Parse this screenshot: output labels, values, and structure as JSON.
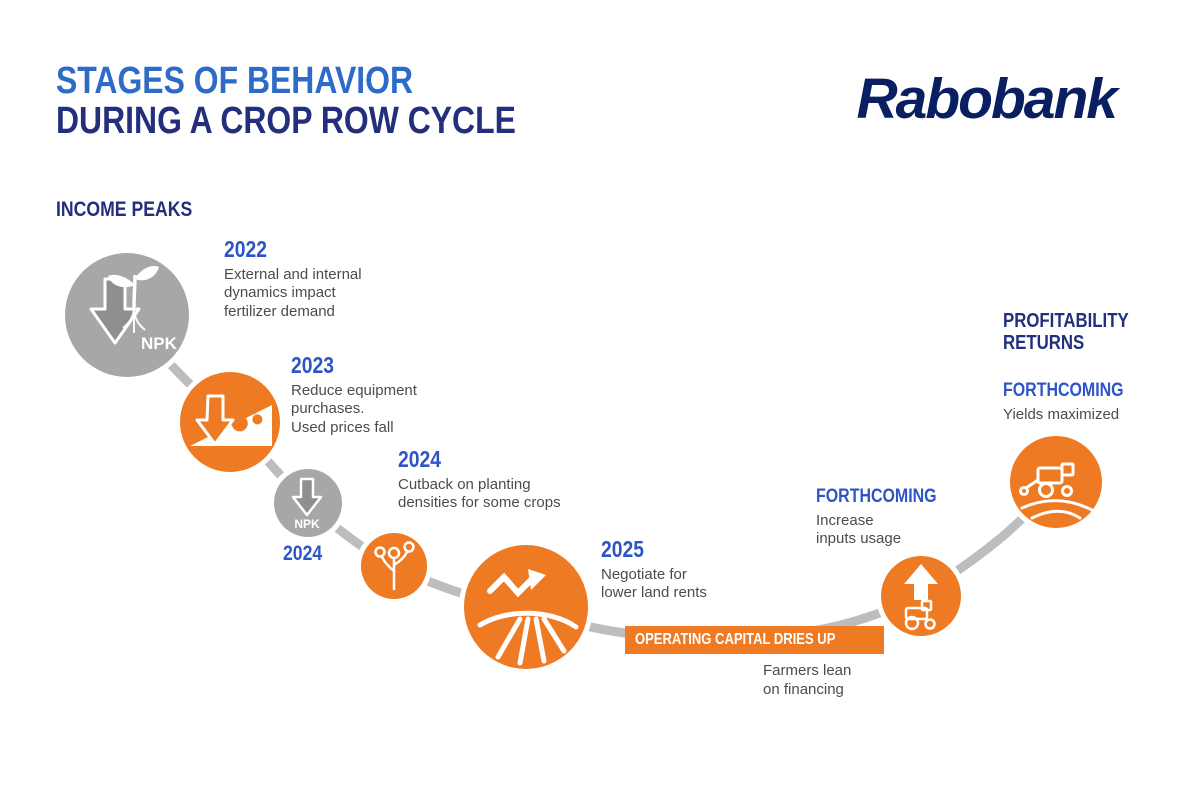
{
  "header": {
    "title_line1": "STAGES OF BEHAVIOR",
    "title_line2": "DURING A CROP ROW CYCLE",
    "brand": "Rabobank"
  },
  "labels": {
    "income_peaks": "INCOME PEAKS",
    "profitability_returns": "PROFITABILITY\nRETURNS"
  },
  "stages": {
    "y2022": {
      "year": "2022",
      "description": "External and internal\ndynamics impact\nfertilizer demand",
      "icon": "npk-fertilizer-down",
      "icon_text": "NPK"
    },
    "y2023": {
      "year": "2023",
      "description": "Reduce equipment\npurchases.\nUsed prices fall",
      "icon": "tractor-down-arrow"
    },
    "y2024": {
      "year": "2024",
      "description": "Cutback on planting\ndensities for some crops",
      "icon": "npk-down-small",
      "icon_text": "NPK",
      "node_label": "2024"
    },
    "seedling": {
      "icon": "seedling-buds"
    },
    "y2025": {
      "year": "2025",
      "description": "Negotiate for\nlower land rents",
      "icon": "field-volatility"
    },
    "inputs": {
      "year": "FORTHCOMING",
      "description": "Increase\ninputs usage",
      "icon": "tractor-up-arrow"
    },
    "yields": {
      "year": "FORTHCOMING",
      "description": "Yields maximized",
      "icon": "combine-harvester"
    }
  },
  "banner": {
    "label": "OPERATING CAPITAL DRIES UP",
    "subtext": "Farmers lean\non financing"
  },
  "colors": {
    "orange": "#ee7a23",
    "node_gray": "#a7a7a7",
    "curve_gray": "#bdbdbd",
    "year_blue": "#2d55c8",
    "navy": "#232e7c",
    "title_blue": "#2e6bc6",
    "brand_navy": "#0a1e62",
    "body_text": "#4c4c4c"
  }
}
